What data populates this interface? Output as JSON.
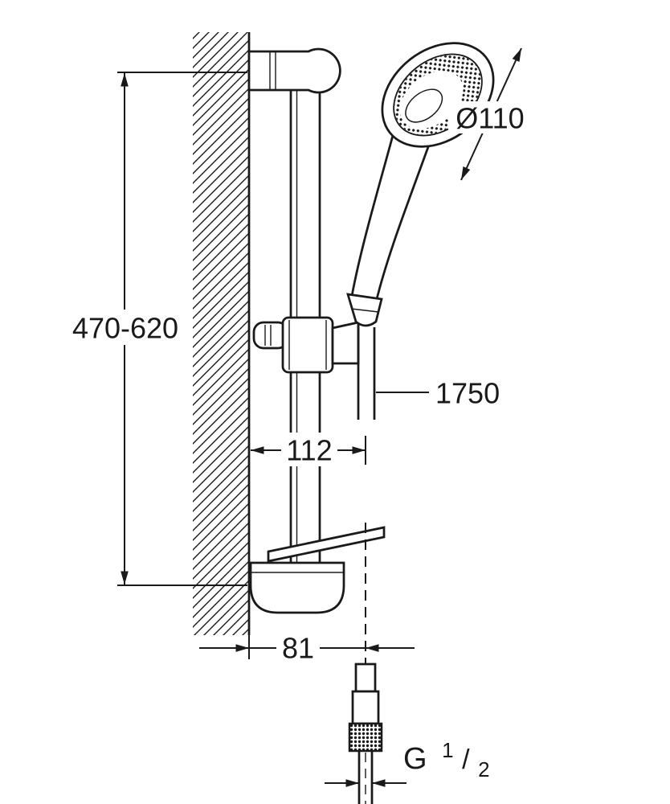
{
  "drawing": {
    "labels": {
      "height_range": "470-620",
      "diameter": "Ø110",
      "hose_length": "1750",
      "offset_top": "112",
      "offset_bottom": "81",
      "thread": {
        "g": "G",
        "num": "1",
        "slash": "/",
        "den": "2"
      }
    },
    "colors": {
      "line": "#1a1a1a",
      "background": "#ffffff"
    }
  }
}
